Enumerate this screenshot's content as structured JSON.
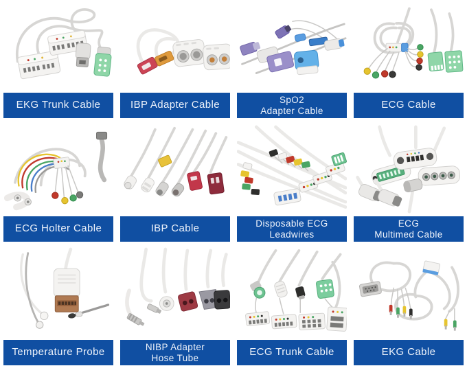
{
  "banner": {
    "background": "#104fa2",
    "text_color": "#eef3fb"
  },
  "products": [
    {
      "image": "ekg-trunk-cable-photo",
      "lines": [
        "EKG Trunk Cable"
      ]
    },
    {
      "image": "ibp-adapter-cable-photo",
      "lines": [
        "IBP Adapter Cable"
      ]
    },
    {
      "image": "spo2-adapter-cable-photo",
      "lines": [
        "SpO2",
        "Adapter Cable"
      ]
    },
    {
      "image": "ecg-cable-photo",
      "lines": [
        "ECG Cable"
      ]
    },
    {
      "image": "ecg-holter-cable-photo",
      "lines": [
        "ECG Holter Cable"
      ]
    },
    {
      "image": "ibp-cable-photo",
      "lines": [
        "IBP Cable"
      ]
    },
    {
      "image": "disposable-ecg-leadwires-photo",
      "lines": [
        "Disposable ECG",
        "Leadwires"
      ]
    },
    {
      "image": "ecg-multimed-cable-photo",
      "lines": [
        "ECG",
        "Multimed Cable"
      ]
    },
    {
      "image": "temperature-probe-photo",
      "lines": [
        "Temperature Probe"
      ]
    },
    {
      "image": "nibp-adapter-hose-tube-photo",
      "lines": [
        "NIBP Adapter",
        "Hose Tube"
      ]
    },
    {
      "image": "ecg-trunk-cable-photo",
      "lines": [
        "ECG Trunk Cable"
      ]
    },
    {
      "image": "ekg-cable-photo",
      "lines": [
        "EKG Cable"
      ]
    }
  ]
}
